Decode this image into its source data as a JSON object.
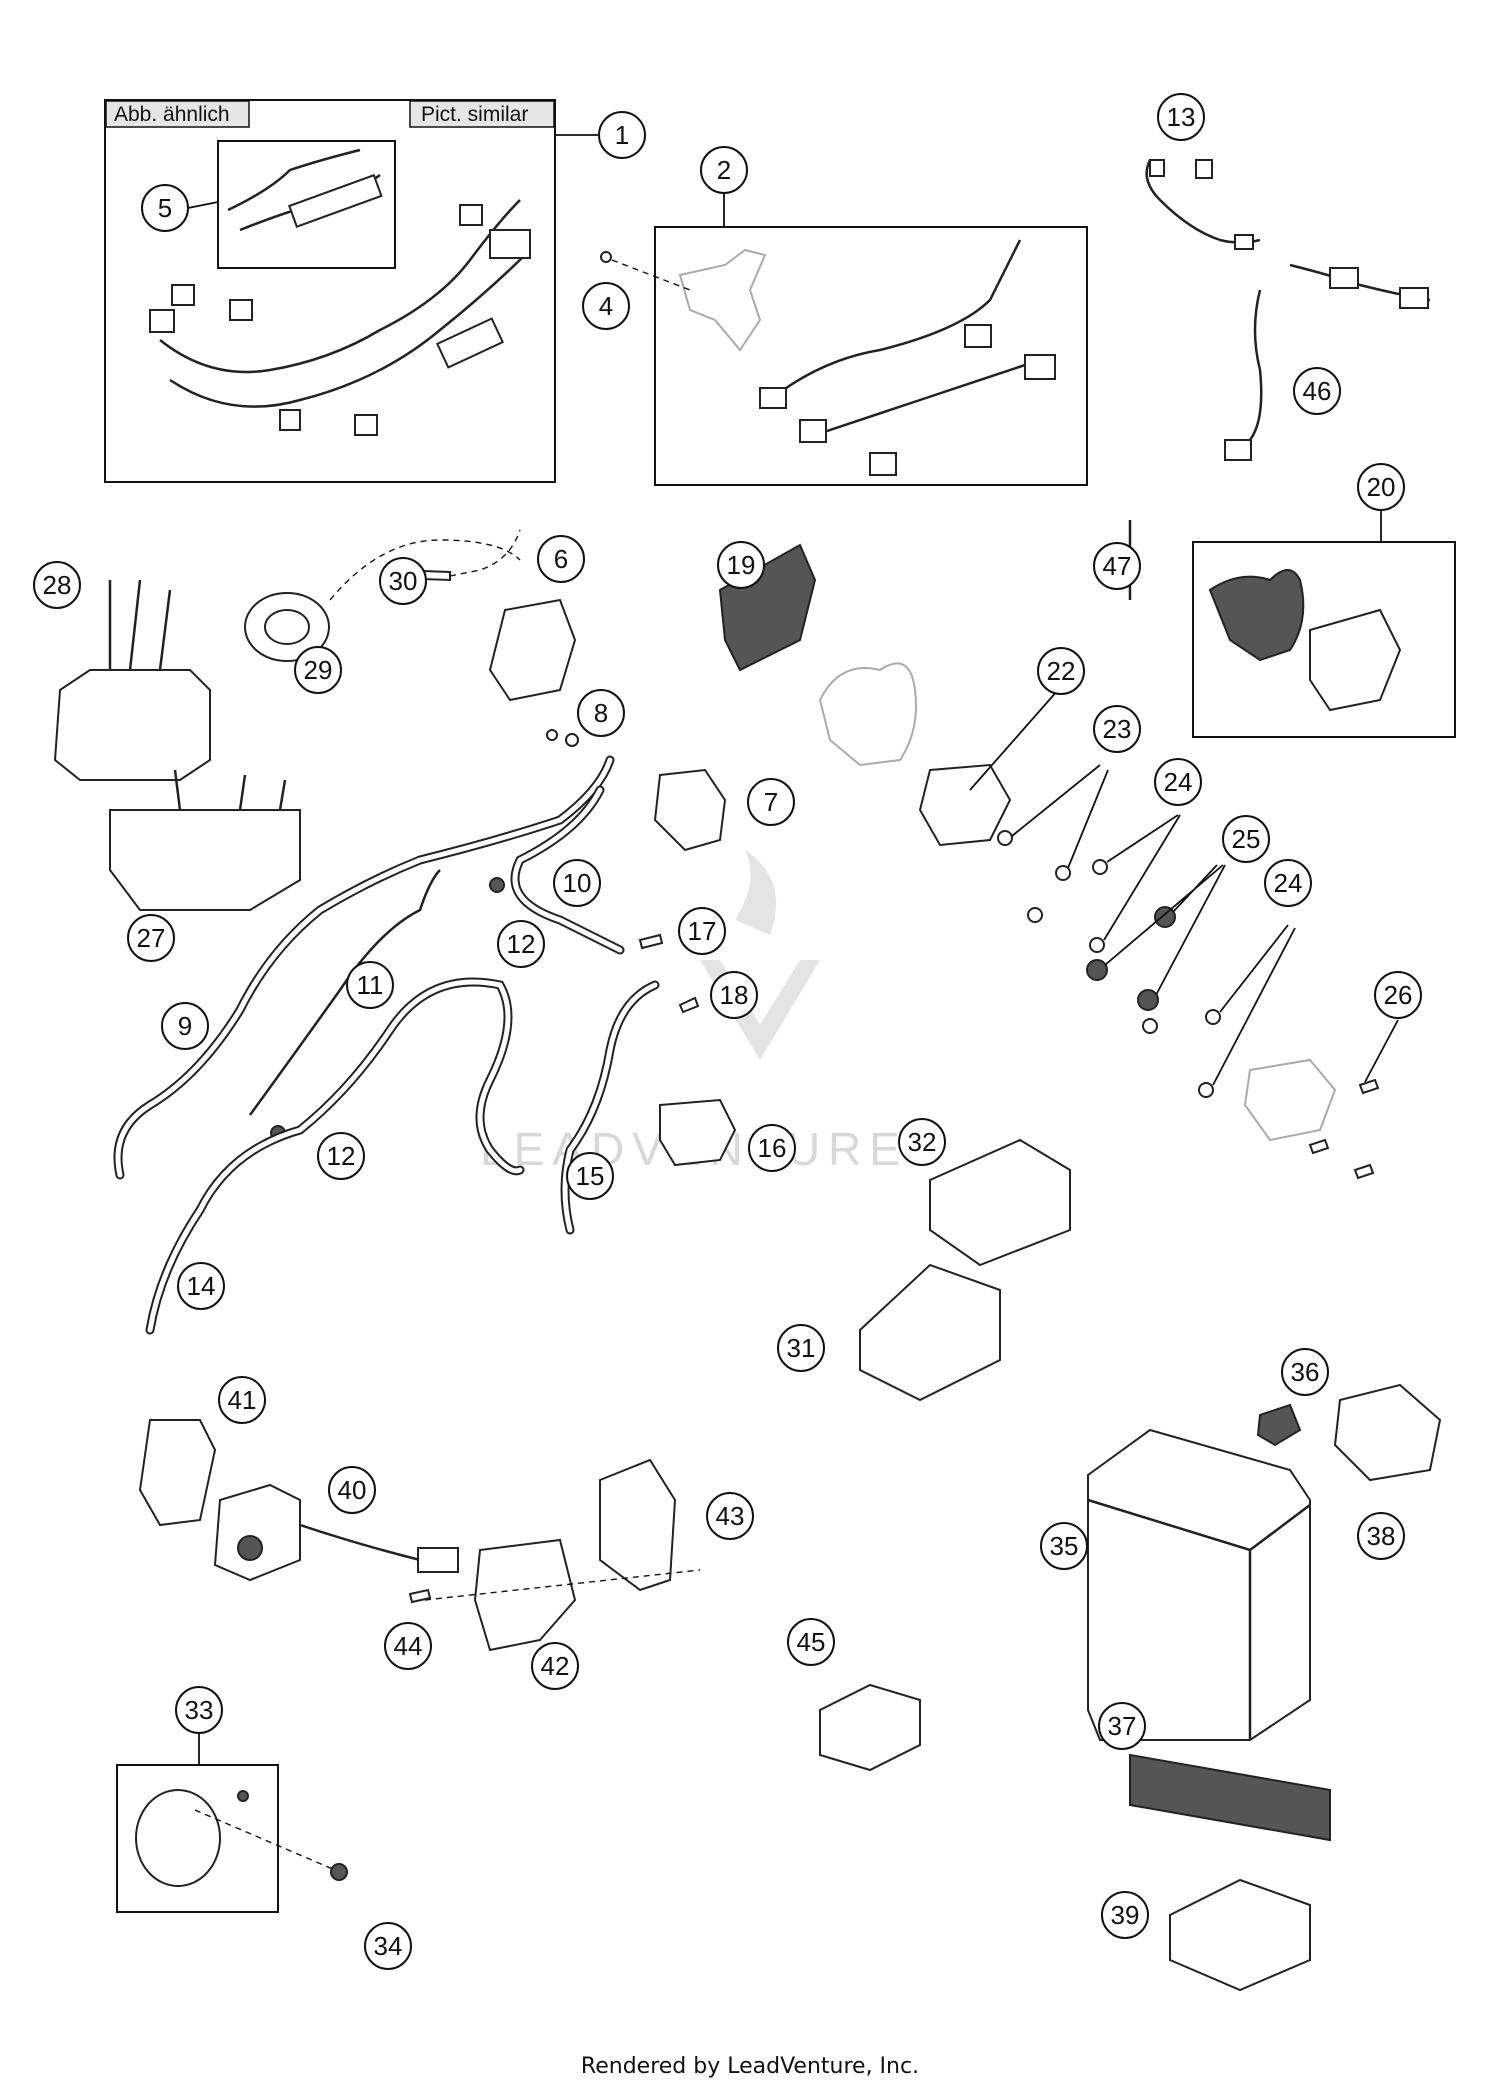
{
  "title_tags": {
    "left": "Abb. ähnlich",
    "right": "Pict. similar"
  },
  "callouts": [
    "1",
    "2",
    "4",
    "5",
    "13",
    "46",
    "20",
    "47",
    "19",
    "6",
    "28",
    "30",
    "29",
    "8",
    "22",
    "23",
    "7",
    "24",
    "25",
    "10",
    "17",
    "27",
    "12",
    "24",
    "11",
    "18",
    "26",
    "9",
    "16",
    "12",
    "15",
    "32",
    "14",
    "31",
    "41",
    "36",
    "40",
    "43",
    "38",
    "35",
    "44",
    "42",
    "45",
    "37",
    "33",
    "39",
    "34"
  ],
  "watermark": "LEADVENTURE",
  "footer": "Rendered by LeadVenture, Inc."
}
